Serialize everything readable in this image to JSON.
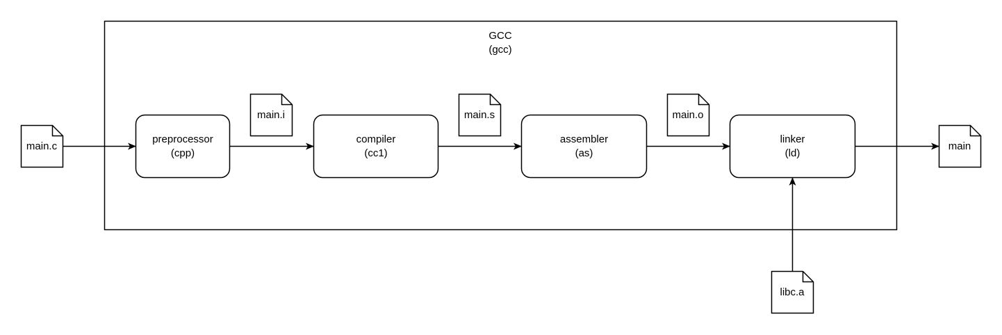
{
  "container": {
    "title": "GCC",
    "subtitle": "(gcc)"
  },
  "processes": [
    {
      "id": "cpp",
      "name": "preprocessor",
      "command": "(cpp)"
    },
    {
      "id": "cc1",
      "name": "compiler",
      "command": "(cc1)"
    },
    {
      "id": "as",
      "name": "assembler",
      "command": "(as)"
    },
    {
      "id": "ld",
      "name": "linker",
      "command": "(ld)"
    }
  ],
  "files": {
    "input": "main.c",
    "after_cpp": "main.i",
    "after_cc1": "main.s",
    "after_as": "main.o",
    "library": "libc.a",
    "output": "main"
  },
  "colors": {
    "stroke": "#000000",
    "fill": "#ffffff"
  }
}
